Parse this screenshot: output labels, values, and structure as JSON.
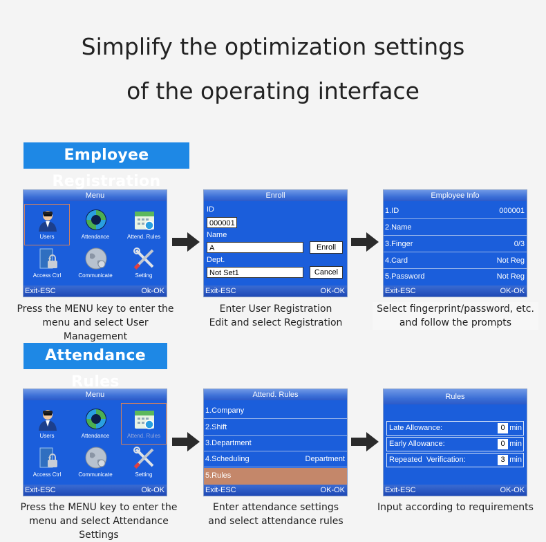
{
  "heading": {
    "line1": "Simplify the optimization settings",
    "line2": "of the operating interface"
  },
  "sections": {
    "registration": "Employee Registration",
    "attendance": "Attendance Rules"
  },
  "menu_screen_1": {
    "title": "Menu",
    "items": [
      {
        "label": "Users",
        "icon": "user-icon"
      },
      {
        "label": "Attendance",
        "icon": "attendance-icon"
      },
      {
        "label": "Attend. Rules",
        "icon": "calendar-icon"
      },
      {
        "label": "Access Ctrl",
        "icon": "lock-icon"
      },
      {
        "label": "Communicate",
        "icon": "globe-icon"
      },
      {
        "label": "Setting",
        "icon": "tools-icon"
      }
    ],
    "footer_left": "Exit-ESC",
    "footer_right": "Ok-OK"
  },
  "enroll_screen": {
    "title": "Enroll",
    "id_label": "ID",
    "id_value": "000001",
    "name_label": "Name",
    "name_value": "A",
    "enroll_button": "Enroll",
    "dept_label": "Dept.",
    "dept_value": "Not Set1",
    "cancel_button": "Cancel",
    "footer_left": "Exit-ESC",
    "footer_right": "OK-OK"
  },
  "employee_info_screen": {
    "title": "Employee Info",
    "rows": [
      {
        "key": "1.ID",
        "value": "000001"
      },
      {
        "key": "2.Name",
        "value": ""
      },
      {
        "key": "3.Finger",
        "value": "0/3"
      },
      {
        "key": "4.Card",
        "value": "Not Reg"
      },
      {
        "key": "5.Password",
        "value": "Not Reg"
      }
    ],
    "footer_left": "Exit-ESC",
    "footer_right": "OK-OK"
  },
  "menu_screen_2": {
    "title": "Menu",
    "items": [
      {
        "label": "Users",
        "icon": "user-icon"
      },
      {
        "label": "Attendance",
        "icon": "attendance-icon"
      },
      {
        "label": "Attend. Rules",
        "icon": "calendar-icon"
      },
      {
        "label": "Access Ctrl",
        "icon": "lock-icon"
      },
      {
        "label": "Communicate",
        "icon": "globe-icon"
      },
      {
        "label": "Setting",
        "icon": "tools-icon"
      }
    ],
    "footer_left": "Exit-ESC",
    "footer_right": "Ok-OK"
  },
  "attend_rules_screen": {
    "title": "Attend. Rules",
    "rows": [
      {
        "key": "1.Company",
        "value": ""
      },
      {
        "key": "2.Shift",
        "value": ""
      },
      {
        "key": "3.Department",
        "value": ""
      },
      {
        "key": "4.Scheduling",
        "value": "Department"
      },
      {
        "key": "5.Rules",
        "value": ""
      }
    ],
    "footer_left": "Exit-ESC",
    "footer_right": "OK-OK"
  },
  "rules_screen": {
    "title": "Rules",
    "rows": [
      {
        "key": "Late Allowance:",
        "value": "0",
        "unit": "min"
      },
      {
        "key": "Early Allowance:",
        "value": "0",
        "unit": "min"
      },
      {
        "key": "Repeated  Verification:",
        "value": "3",
        "unit": "min"
      }
    ],
    "footer_left": "Exit-ESC",
    "footer_right": "OK-OK"
  },
  "captions": {
    "c1": [
      "Press the MENU key to enter the",
      "menu and select User Management"
    ],
    "c2": [
      "Enter User Registration",
      "Edit and select Registration"
    ],
    "c3": [
      "Select fingerprint/password, etc.",
      "and follow the prompts"
    ],
    "c4": [
      "Press the MENU key to enter the",
      "menu and select Attendance Settings"
    ],
    "c5": [
      "Enter attendance settings",
      "and select attendance rules"
    ],
    "c6": [
      "Input according to requirements"
    ]
  },
  "colors": {
    "screen_blue": "#1b5edb",
    "label_blue": "#1e88e5",
    "selected_row": "#c4876a"
  }
}
